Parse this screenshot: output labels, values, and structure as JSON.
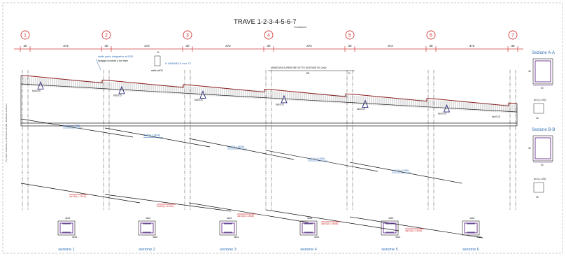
{
  "title": "TRAVE 1-2-3-4-5-6-7",
  "subtitle": "Fondazione",
  "axes": [
    "1",
    "2",
    "3",
    "4",
    "5",
    "6",
    "7"
  ],
  "dims": {
    "support": "30",
    "span": "372"
  },
  "notes": {
    "integrative": "staffe getto integrativo ø10/25",
    "integrative2": "fissaggio muratura a due teste",
    "staffe_var": "staffe ø8/25",
    "height_value": "24",
    "height_var": "H VARIABILE max 73",
    "armatura": "ARMATURA SUPERIORE GETTO INTEGRATIVO 2ø16",
    "armatura_len": "435",
    "armatura_small": "10",
    "vertical_note": "(*1) Il ferro esistente, a riferimento OLINE, riferimento al Nuovo"
  },
  "rebar": {
    "top_labels": [
      "6ø16(L=1488)",
      "4ø16(L=1464)",
      "4ø16(L=1468)",
      "4ø16(L=1488)",
      "4ø16(L=1488)"
    ],
    "bottom_labels": [
      "4ø16(L=1290)",
      "4ø16(L=1290)",
      "4ø16(L=1488)",
      "4ø16(L=1488)",
      "4ø16(L=1488)"
    ],
    "stirrups": [
      "6ø10/15",
      "6ø10/15",
      "6ø10/15",
      "6ø10/15",
      "6ø10/15",
      "6ø10/15",
      "6ø10/15"
    ]
  },
  "sections": [
    "sezione 1",
    "sezione 2",
    "sezione 3",
    "sezione 4",
    "sezione 5",
    "sezione 6"
  ],
  "section_bar_top": "4ø16",
  "section_bar_bot": "4ø16",
  "side": {
    "a_title": "Sezione A-A",
    "a_width": "50",
    "a_height": "48",
    "a_stirrup": "ø10 (L=192)",
    "a_stirrup_dim": "45",
    "b_title": "Sezione B-B",
    "b_width": "50",
    "b_height": "48",
    "b_stirrup": "ø10 (L=192)",
    "b_stirrup_dim": "45"
  },
  "colors": {
    "axis": "#d23b3b",
    "rebar_blue": "#2f6db5",
    "stirrup": "#6b2f8e",
    "beam_top": "#8b1a1a"
  }
}
